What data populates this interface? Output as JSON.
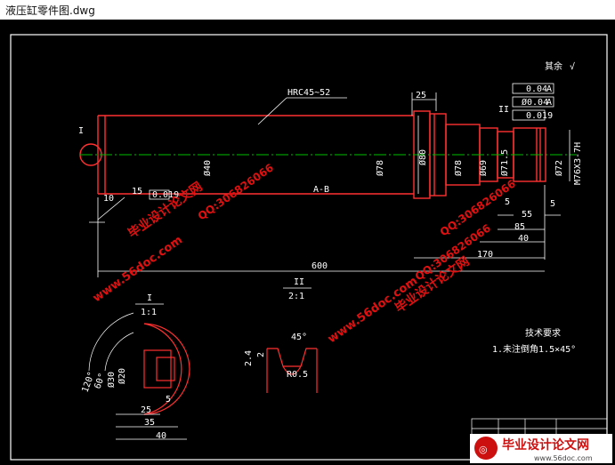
{
  "window": {
    "title": "液压缸零件图.dwg"
  },
  "drawing": {
    "roughness_note": "其余",
    "dims": {
      "overall": "600",
      "d170": "170",
      "d40": "40",
      "d85": "85",
      "d55": "55",
      "d5a": "5",
      "d5b": "5",
      "d25": "25",
      "d15": "15",
      "d10": "10",
      "hrc": "HRC45~52",
      "phi78a": "Ø78",
      "phi80": "Ø80",
      "phi78b": "Ø78",
      "phi69": "Ø69",
      "phi71": "Ø71.5",
      "phi72": "Ø72",
      "thread": "M76X3-7H",
      "phi40": "Ø40",
      "ab": "A-B"
    },
    "tolerances": [
      {
        "sym": "∥",
        "val": "0.04",
        "ref": "A"
      },
      {
        "sym": "Ø",
        "val": "Ø0.04",
        "ref": "A"
      },
      {
        "sym": "◎",
        "val": "0.019",
        "ref": ""
      }
    ],
    "tol_left": "0.019",
    "detail1": {
      "label": "I",
      "scale": "1:1",
      "a120": "120°",
      "a60": "60°",
      "d30": "Ø30",
      "d20": "Ø20",
      "d25": "25",
      "d35": "35",
      "d40": "40",
      "d5": "5"
    },
    "detail2": {
      "label": "II",
      "scale": "2:1",
      "a45": "45°",
      "r05": "R0.5",
      "d24": "2.4",
      "d2": "2"
    },
    "tech_req": {
      "title": "技术要求",
      "item": "1.未注倒角1.5×45°"
    }
  },
  "watermarks": {
    "site": "www.56doc.com",
    "qq": "QQ:306826066",
    "name": "毕业设计论文网",
    "brand": "毕业设计论文网",
    "brand_url": "www.56doc.com"
  },
  "colors": {
    "outline": "#ff3030",
    "centerline": "#00c000",
    "dim": "#ffffff",
    "frame": "#ffffff",
    "watermark": "#e01010"
  }
}
